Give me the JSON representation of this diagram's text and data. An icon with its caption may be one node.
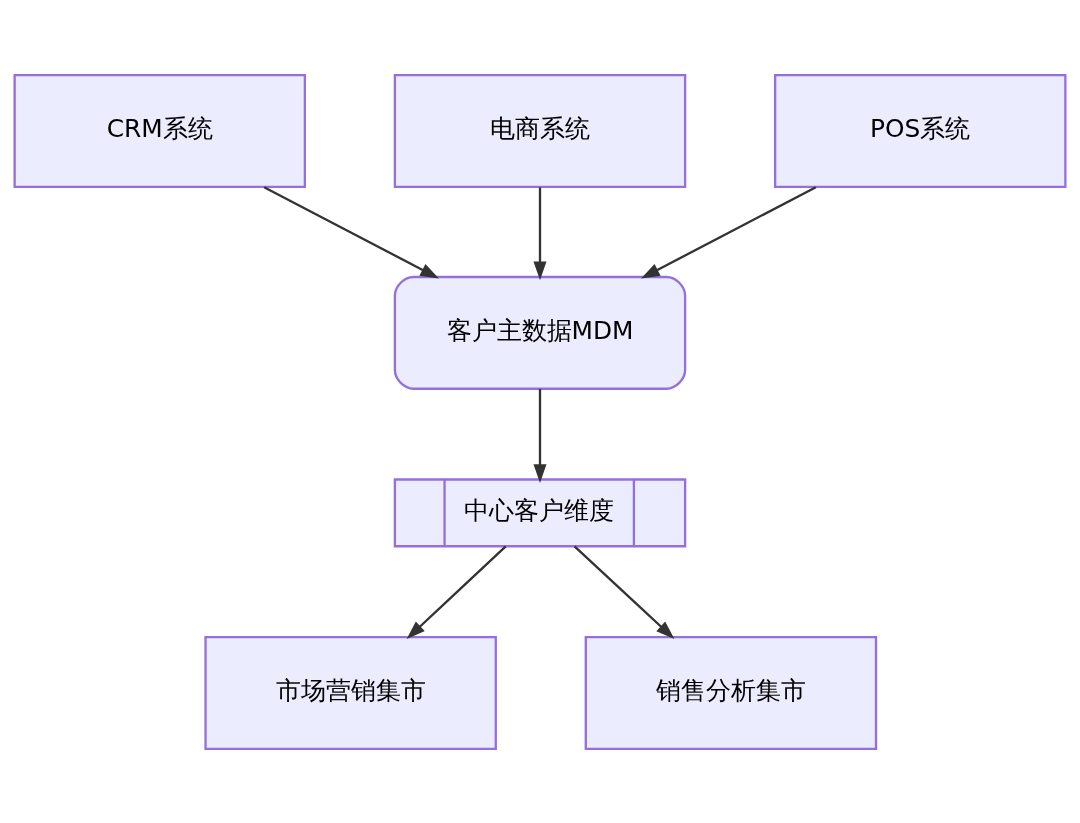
{
  "diagram": {
    "nodes": [
      {
        "text": [
          "CRM系统"
        ]
      },
      {
        "text": [
          "电商系统"
        ]
      },
      {
        "text": [
          "POS系统"
        ]
      },
      {
        "text": [
          "客户主数据MDM"
        ]
      },
      {
        "text": [
          "中心客户维度"
        ]
      },
      {
        "text": [
          "市场营销集市"
        ]
      },
      {
        "text": [
          "销售分析集市"
        ]
      }
    ],
    "edges": [
      {
        "from": 0,
        "to": 3,
        "arrow": "to"
      },
      {
        "from": 1,
        "to": 3,
        "arrow": "to"
      },
      {
        "from": 2,
        "to": 3,
        "arrow": "to"
      },
      {
        "from": 3,
        "to": 4,
        "arrow": "to"
      },
      {
        "from": 4,
        "to": 5,
        "arrow": "to"
      },
      {
        "from": 4,
        "to": 6,
        "arrow": "to"
      }
    ]
  }
}
